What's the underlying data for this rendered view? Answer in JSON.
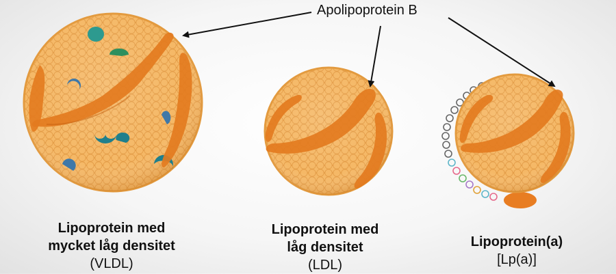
{
  "callout": {
    "label": "Apolipoprotein B"
  },
  "particles": [
    {
      "id": "vldl",
      "line1": "Lipoprotein med",
      "line2": "mycket låg densitet",
      "abbr": "(VLDL)"
    },
    {
      "id": "ldl",
      "line1": "Lipoprotein med",
      "line2": "låg densitet",
      "abbr": "(LDL)"
    },
    {
      "id": "lpa",
      "line1": "Lipoprotein(a)",
      "abbr": "[Lp(a)]"
    }
  ],
  "colors": {
    "particle_fill": "#f2b35c",
    "particle_edge": "#e39a3e",
    "apob_band": "#e37b1f",
    "apob_band_dark": "#c86210",
    "teal_protein": "#1f7f8c",
    "green_protein": "#2e8f5e",
    "blue_protein": "#3f78a8",
    "apo_a_ellipse": "#e87d22"
  }
}
